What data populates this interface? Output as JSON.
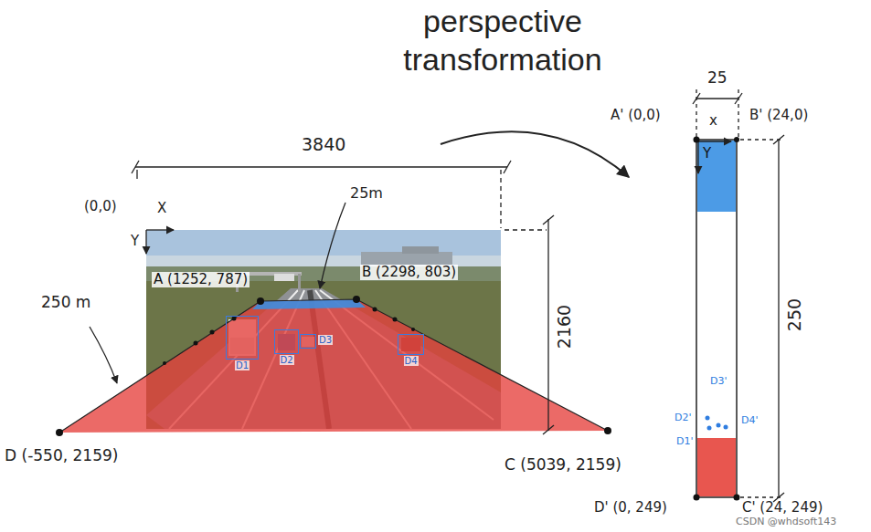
{
  "diagram": {
    "title": "perspective transformation",
    "nodes": [
      {
        "text": [
          "D1"
        ]
      },
      {
        "text": [
          "D2"
        ]
      },
      {
        "text": [
          "D3"
        ]
      },
      {
        "text": [
          "D4"
        ]
      }
    ],
    "labels": [
      "3840",
      "(0,0)",
      "X",
      "Y",
      "25m",
      "A (1252, 787)",
      "B (2298, 803)",
      "250 m",
      "2160",
      "D (-550, 2159)",
      "C (5039, 2159)",
      "25",
      "A' (0,0)",
      "x",
      "Y",
      "B' (24,0)",
      "250",
      "D3'",
      "D2'",
      "D4'",
      "D1'",
      "D' (0, 249)",
      "C' (24, 249)",
      "CSDN @whdsoft143"
    ]
  }
}
